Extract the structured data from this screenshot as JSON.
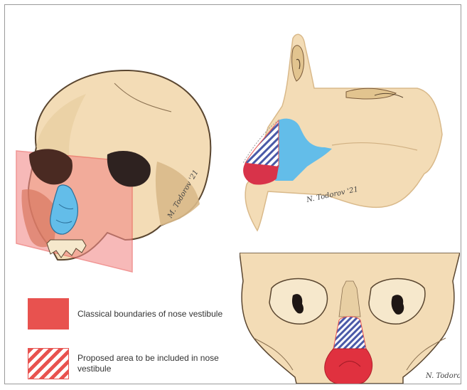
{
  "figure": {
    "panels": [
      {
        "name": "oblique-skull-view",
        "signature": "M. Todorov '21"
      },
      {
        "name": "sagittal-nasal-section",
        "signature": "N. Todorov '21"
      },
      {
        "name": "frontal-skull-view",
        "signature": "N. Todorov"
      }
    ]
  },
  "legend": {
    "items": [
      {
        "label": "Classical boundaries of nose vestibule",
        "swatch_color": "#e8524f",
        "pattern": "solid"
      },
      {
        "label": "Proposed area to be included in nose vestibule",
        "swatch_color": "#e8524f",
        "pattern": "hatched"
      }
    ]
  },
  "colors": {
    "bone": "#f3dcb6",
    "bone_dark": "#d9b98a",
    "nasal_cartilage": "#63bde9",
    "vestibule_red": "#e8524f",
    "plane_red": "#f28b89"
  }
}
